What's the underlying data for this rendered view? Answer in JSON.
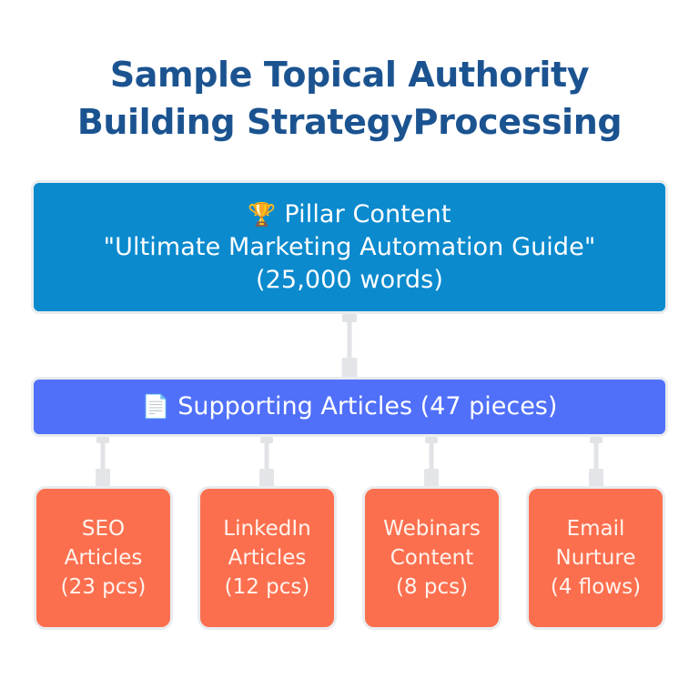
{
  "title": {
    "line_1": "Sample Topical Authority",
    "line_2": "Building StrategyProcessing",
    "color": "#1b5390"
  },
  "diagram": {
    "background": "#ffffff",
    "pillar": {
      "icon": "trophy-emoji",
      "icon_glyph": "🏆",
      "label": "Pillar Content",
      "subtitle": "\"Ultimate Marketing Automation Guide\"",
      "detail": "(25,000 words)",
      "color": "#0b8ace",
      "text_color": "#ffffff"
    },
    "supporting": {
      "icon": "document-emoji",
      "icon_glyph": "📄",
      "label": "Supporting Articles (47 pieces)",
      "color": "#5070fa",
      "text_color": "#ffffff"
    },
    "leaves": [
      {
        "line_1": "SEO",
        "line_2": "Articles",
        "line_3": "(23 pcs)",
        "color": "#fc6f4e"
      },
      {
        "line_1": "LinkedIn",
        "line_2": "Articles",
        "line_3": "(12 pcs)",
        "color": "#fc6f4e"
      },
      {
        "line_1": "Webinars",
        "line_2": "Content",
        "line_3": "(8 pcs)",
        "color": "#fc6f4e"
      },
      {
        "line_1": "Email",
        "line_2": "Nurture",
        "line_3": "(4 flows)",
        "color": "#fc6f4e"
      }
    ],
    "connector_color": "#e2e3e6"
  }
}
